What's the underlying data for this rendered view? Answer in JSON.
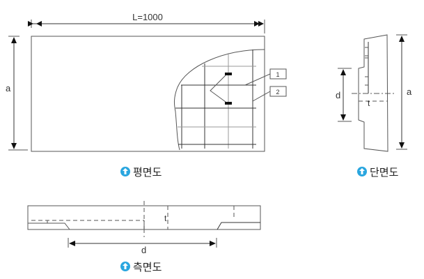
{
  "plan": {
    "title": "평면도",
    "length_label": "L=1000",
    "a_label": "a",
    "callouts": [
      "1",
      "2"
    ]
  },
  "section": {
    "title": "단면도",
    "d_label": "d",
    "t_label": "t",
    "a_label": "a"
  },
  "side": {
    "title": "측면도",
    "d_label": "d",
    "t_label": "t"
  },
  "colors": {
    "icon": "#2aa6df",
    "line": "#555555"
  }
}
